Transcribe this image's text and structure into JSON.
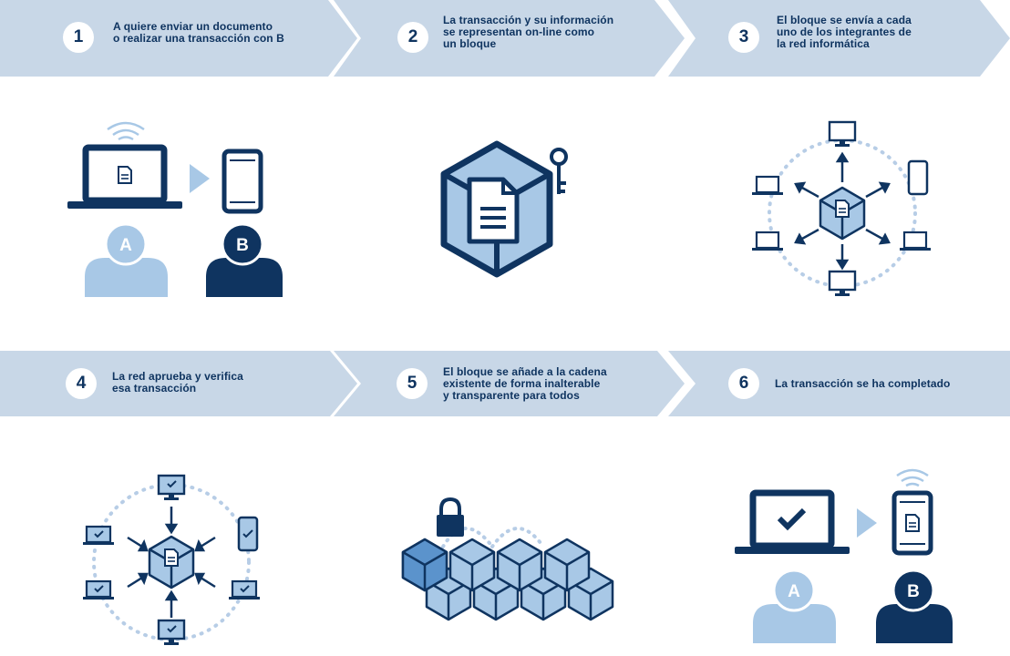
{
  "steps": [
    {
      "number": "1",
      "text": [
        "A quiere enviar un documento",
        "o realizar una transacción con B"
      ]
    },
    {
      "number": "2",
      "text": [
        "La transacción y su información",
        "se representan on-line como",
        "un bloque"
      ]
    },
    {
      "number": "3",
      "text": [
        "El bloque se envía a cada",
        "uno de los integrantes de",
        "la red informática"
      ]
    },
    {
      "number": "4",
      "text": [
        "La red aprueba y verifica",
        "esa transacción"
      ]
    },
    {
      "number": "5",
      "text": [
        "El bloque se añade a la cadena",
        "existente de forma inalterable",
        "y transparente para todos"
      ]
    },
    {
      "number": "6",
      "text": [
        "La transacción se ha completado"
      ]
    }
  ],
  "avatars": {
    "a": "A",
    "b": "B"
  },
  "colors": {
    "banner": "#c8d7e7",
    "dark": "#0f3460",
    "light": "#a8c8e6",
    "mid": "#5b93cc",
    "dots": "#b7cde6"
  }
}
